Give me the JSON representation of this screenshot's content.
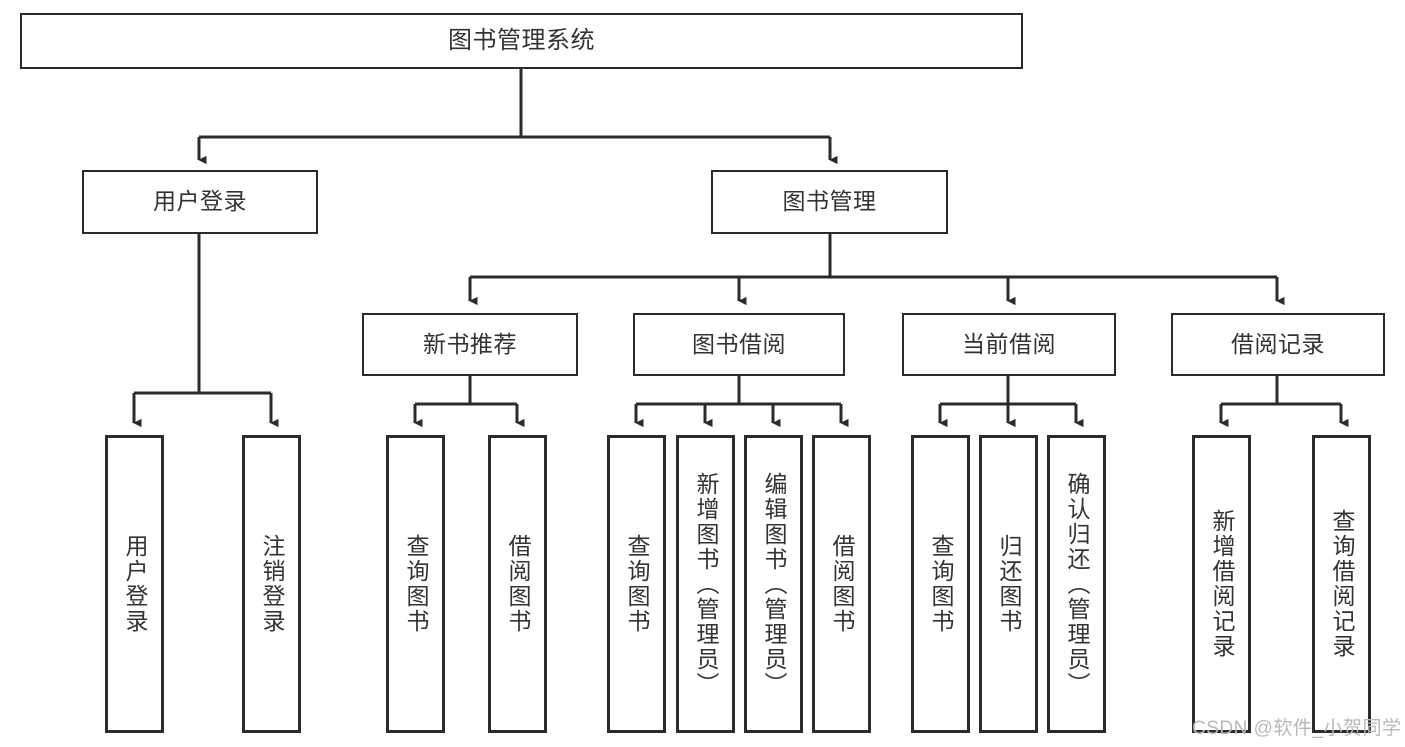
{
  "diagram": {
    "title": "图书管理系统",
    "type": "hierarchy-tree",
    "root": {
      "id": "root",
      "label": "图书管理系统"
    },
    "level2": [
      {
        "id": "user-login",
        "label": "用户登录"
      },
      {
        "id": "book-manage",
        "label": "图书管理"
      }
    ],
    "level3": [
      {
        "id": "new-book-recommend",
        "label": "新书推荐",
        "parent": "book-manage"
      },
      {
        "id": "book-borrow",
        "label": "图书借阅",
        "parent": "book-manage"
      },
      {
        "id": "current-borrow",
        "label": "当前借阅",
        "parent": "book-manage"
      },
      {
        "id": "borrow-record",
        "label": "借阅记录",
        "parent": "book-manage"
      }
    ],
    "leaves": [
      {
        "id": "leaf-user-login",
        "label": "用户登录",
        "parent": "user-login"
      },
      {
        "id": "leaf-user-logout",
        "label": "注销登录",
        "parent": "user-login"
      },
      {
        "id": "leaf-query-book-1",
        "label": "查询图书",
        "parent": "new-book-recommend"
      },
      {
        "id": "leaf-borrow-book-1",
        "label": "借阅图书",
        "parent": "new-book-recommend"
      },
      {
        "id": "leaf-query-book-2",
        "label": "查询图书",
        "parent": "book-borrow"
      },
      {
        "id": "leaf-add-book",
        "label": "新增图书（管理员）",
        "parent": "book-borrow"
      },
      {
        "id": "leaf-edit-book",
        "label": "编辑图书（管理员）",
        "parent": "book-borrow"
      },
      {
        "id": "leaf-borrow-book-2",
        "label": "借阅图书",
        "parent": "book-borrow"
      },
      {
        "id": "leaf-query-book-3",
        "label": "查询图书",
        "parent": "current-borrow"
      },
      {
        "id": "leaf-return-book",
        "label": "归还图书",
        "parent": "current-borrow"
      },
      {
        "id": "leaf-confirm-return",
        "label": "确认归还（管理员）",
        "parent": "current-borrow"
      },
      {
        "id": "leaf-add-record",
        "label": "新增借阅记录",
        "parent": "borrow-record"
      },
      {
        "id": "leaf-query-record",
        "label": "查询借阅记录",
        "parent": "borrow-record"
      }
    ],
    "watermark": "CSDN @软件_小贺同学",
    "colors": {
      "border": "#2b2b2b",
      "text": "#333333",
      "background": "#ffffff",
      "connector": "#2b2b2b",
      "watermark": "#b9b9b9"
    }
  }
}
